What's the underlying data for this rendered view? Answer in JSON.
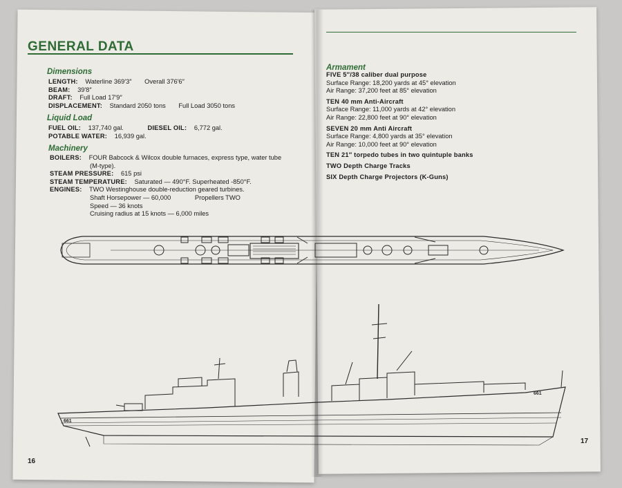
{
  "header": {
    "title": "GENERAL DATA"
  },
  "dimensions": {
    "heading": "Dimensions",
    "length_label": "LENGTH:",
    "length_waterline": "Waterline  369′3″",
    "length_overall": "Overall  376′6″",
    "beam_label": "BEAM:",
    "beam_value": "39′8″",
    "draft_label": "DRAFT:",
    "draft_value": "Full Load 17′9″",
    "displacement_label": "DISPLACEMENT:",
    "displacement_standard": "Standard  2050 tons",
    "displacement_full": "Full Load 3050 tons"
  },
  "liquid_load": {
    "heading": "Liquid Load",
    "fuel_oil_label": "FUEL OIL:",
    "fuel_oil_value": "137,740 gal.",
    "diesel_oil_label": "DIESEL OIL:",
    "diesel_oil_value": "6,772 gal.",
    "potable_water_label": "POTABLE WATER:",
    "potable_water_value": "16,939 gal."
  },
  "machinery": {
    "heading": "Machinery",
    "boilers_label": "BOILERS:",
    "boilers_value": "FOUR Babcock & Wilcox double furnaces, express type, water tube",
    "boilers_cont": "(M-type).",
    "steam_pressure_label": "STEAM PRESSURE:",
    "steam_pressure_value": "615 psi",
    "steam_temp_label": "STEAM TEMPERATURE:",
    "steam_temp_value": "Saturated — 490°F. Superheated -850°F.",
    "engines_label": "ENGINES:",
    "engines_value": "TWO Westinghouse double-reduction geared turbines.",
    "shaft_hp": "Shaft Horsepower — 60,000",
    "propellers": "Propellers TWO",
    "speed": "Speed — 36 knots",
    "cruising": "Cruising radius at 15 knots — 6,000 miles"
  },
  "armament": {
    "heading": "Armament",
    "five_title": "FIVE 5″/38 caliber dual purpose",
    "five_surface": "Surface Range: 18,200 yards at 45° elevation",
    "five_air": "Air Range:  37,200 feet at 85° elevation",
    "ten40_title": "TEN 40 mm Anti-Aircraft",
    "ten40_surface": "Surface Range:  11,000 yards at 42° elevation",
    "ten40_air": "Air Range:  22,800 feet at 90° elevation",
    "seven20_title": "SEVEN 20 mm Anti Aircraft",
    "seven20_surface": "Surface Range:  4,800 yards at 35° elevation",
    "seven20_air": "Air Range:  10,000 feet at 90° elevation",
    "torpedo": "TEN 21″ torpedo tubes in two quintuple banks",
    "depth_tracks": "TWO Depth Charge Tracks",
    "depth_projectors": "SIX Depth Charge Projectors (K-Guns)"
  },
  "drawing": {
    "hull_number_left": "661",
    "hull_number_right": "661"
  },
  "footer": {
    "page_left": "16",
    "page_right": "17"
  },
  "colors": {
    "accent": "#2e6b35",
    "paper": "#ecebe6",
    "ink": "#1c1c1c"
  }
}
